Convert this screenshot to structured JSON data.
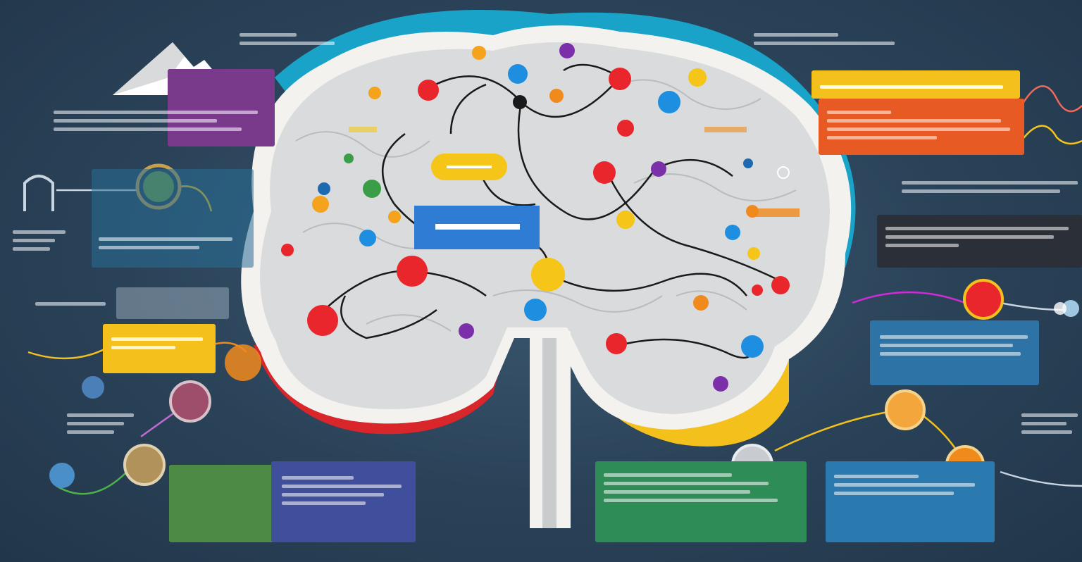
{
  "theme": {
    "background": "#2a4258",
    "brain_fill": "#d9dcdd",
    "brain_outline": "#f4f4f2",
    "outer_ring": "#1aa3c8",
    "accent_colors": [
      "#e8262b",
      "#f5c518",
      "#1e8fe0",
      "#7b2fa8",
      "#3a9d48",
      "#f08a1c"
    ]
  },
  "panels": [
    {
      "id": "purple-left",
      "color": "#7a3a8c"
    },
    {
      "id": "yellow-right",
      "color": "#f3c01c"
    },
    {
      "id": "orange-right",
      "color": "#e85a24"
    },
    {
      "id": "dark-right",
      "color": "#2b3038"
    },
    {
      "id": "blue-right",
      "color": "#2d73a6"
    },
    {
      "id": "yellow-left",
      "color": "#f3c01c"
    },
    {
      "id": "green-bottom-left",
      "color": "#4d8a45"
    },
    {
      "id": "indigo-bottom-left",
      "color": "#3f4f9c"
    },
    {
      "id": "green-bottom-center",
      "color": "#2e8d57"
    },
    {
      "id": "blue-bottom-right",
      "color": "#2a7ab0"
    }
  ],
  "icons": [
    "mountain-icon",
    "globe-icon",
    "gear-icon",
    "brain-stem-icon"
  ]
}
